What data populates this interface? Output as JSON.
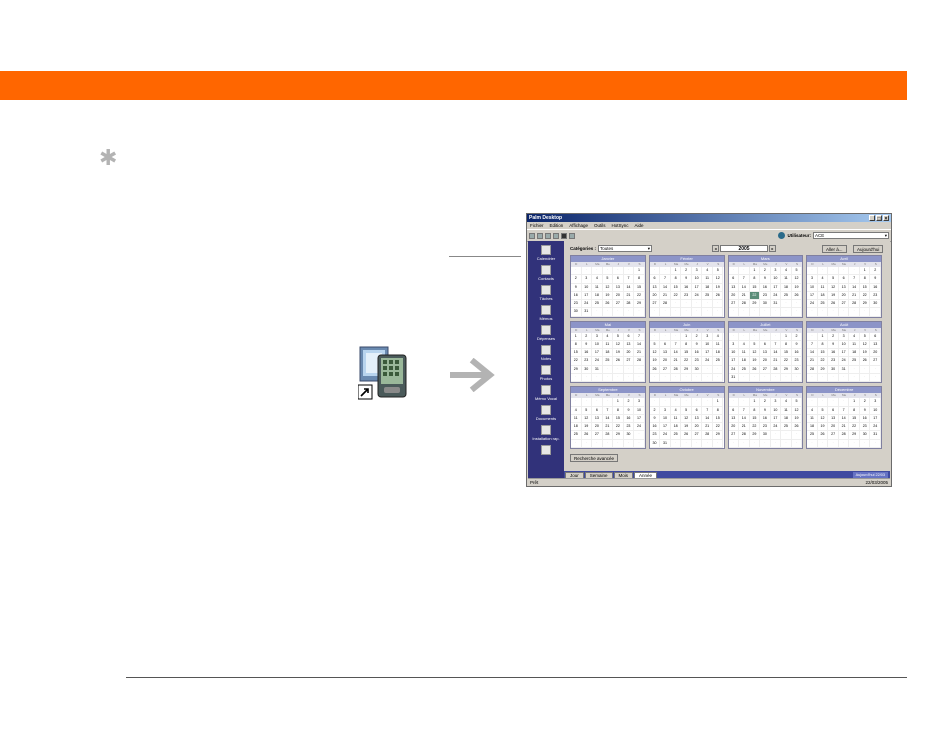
{
  "window": {
    "title": "Palm Desktop",
    "controls": [
      "_",
      "□",
      "×"
    ],
    "menu": [
      "Fichier",
      "Edition",
      "Affichage",
      "Outils",
      "HotSync",
      "Aide"
    ],
    "user_label": "Utilisateur:",
    "user_value": "ACE",
    "status_left": "Prêt",
    "status_right": "22/03/2005"
  },
  "launcher": {
    "items": [
      {
        "label": "Calendrier",
        "icon": "calendar-icon"
      },
      {
        "label": "Contacts",
        "icon": "contacts-icon"
      },
      {
        "label": "Tâches",
        "icon": "tasks-icon"
      },
      {
        "label": "Mémos",
        "icon": "memos-icon"
      },
      {
        "label": "Dépenses",
        "icon": "expense-icon"
      },
      {
        "label": "Notes",
        "icon": "notes-icon"
      },
      {
        "label": "Photos",
        "icon": "photos-icon"
      },
      {
        "label": "Mémo Vocal",
        "icon": "voice-memo-icon"
      },
      {
        "label": "Documents",
        "icon": "documents-icon"
      },
      {
        "label": "Installation rap.",
        "icon": "install-icon"
      },
      {
        "label": "",
        "icon": "mail-icon"
      }
    ]
  },
  "calendar": {
    "category_label": "Catégories :",
    "category_value": "Toutes",
    "year": "2005",
    "prev": "◂",
    "next": "▸",
    "go_to_label": "Aller à...",
    "today_label": "Aujourd'hui",
    "advanced_label": "Recherche avancée",
    "day_names": [
      "D",
      "L",
      "Ma",
      "Me",
      "J",
      "V",
      "S"
    ],
    "months": [
      {
        "name": "Janvier",
        "start": 6,
        "days": 31
      },
      {
        "name": "Février",
        "start": 2,
        "days": 28
      },
      {
        "name": "Mars",
        "start": 2,
        "days": 31,
        "highlight": 22
      },
      {
        "name": "Avril",
        "start": 5,
        "days": 30
      },
      {
        "name": "Mai",
        "start": 0,
        "days": 31
      },
      {
        "name": "Juin",
        "start": 3,
        "days": 30
      },
      {
        "name": "Juillet",
        "start": 5,
        "days": 31
      },
      {
        "name": "Août",
        "start": 1,
        "days": 31
      },
      {
        "name": "Septembre",
        "start": 4,
        "days": 30
      },
      {
        "name": "Octobre",
        "start": 6,
        "days": 31
      },
      {
        "name": "Novembre",
        "start": 2,
        "days": 30
      },
      {
        "name": "Décembre",
        "start": 4,
        "days": 31
      }
    ]
  },
  "tabs": [
    {
      "label": "Jour",
      "active": false
    },
    {
      "label": "Semaine",
      "active": false
    },
    {
      "label": "Mois",
      "active": false
    },
    {
      "label": "Année",
      "active": true
    }
  ],
  "today_bar": "Aujourd'hui 22/03",
  "colors": {
    "accent": "#ff6600",
    "launcher": "#31327a",
    "month_header": "#8c94c8"
  }
}
